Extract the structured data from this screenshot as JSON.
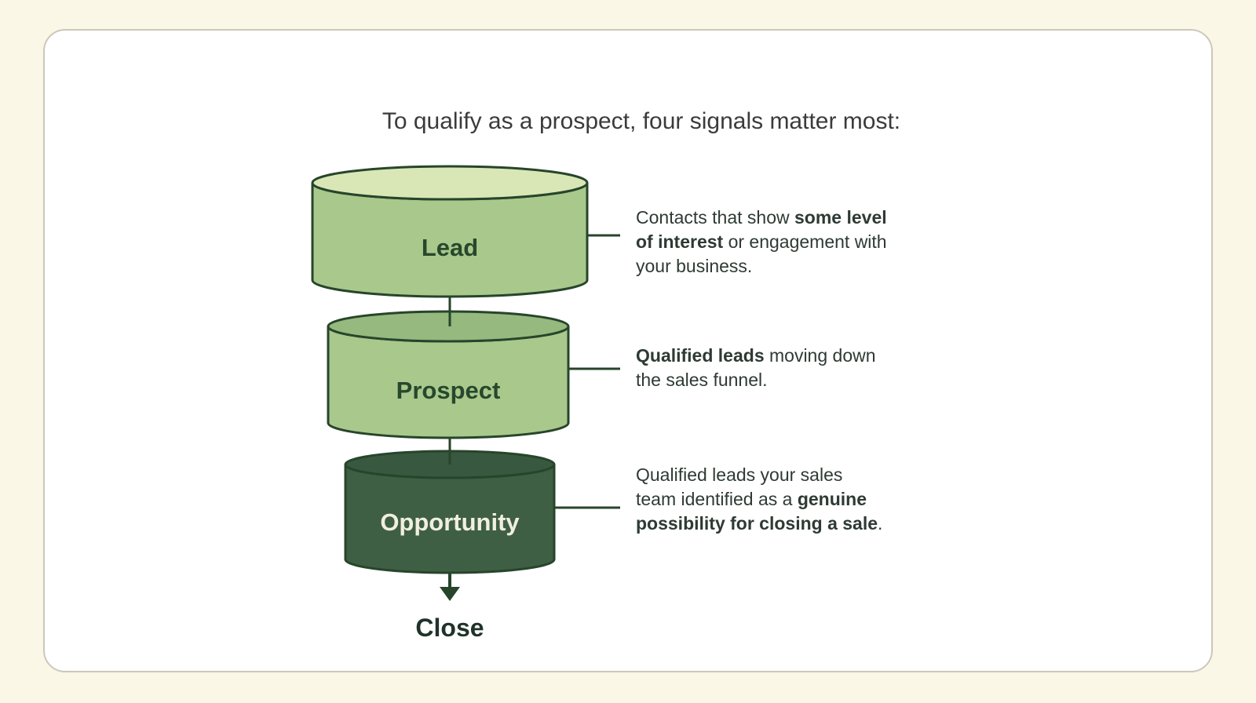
{
  "title": {
    "text": "To qualify as a prospect, four signals matter most:",
    "color": "#3b3b3b"
  },
  "canvas": {
    "background": "#fbf7e6",
    "card_background": "#ffffff",
    "card_border": "#cbc8bb"
  },
  "funnel": {
    "outline_color": "#27452b",
    "stages": [
      {
        "label": "Lead",
        "body_color": "#a9c88c",
        "top_color": "#d9e7b6",
        "label_color": "#27482c"
      },
      {
        "label": "Prospect",
        "body_color": "#a9c88c",
        "top_color": "#95b97e",
        "label_color": "#27482c"
      },
      {
        "label": "Opportunity",
        "body_color": "#3f5f44",
        "top_color": "#395840",
        "label_color": "#f0efe0"
      }
    ],
    "close": {
      "label": "Close",
      "color": "#20332a"
    }
  },
  "descriptions": [
    {
      "stage": "Lead",
      "color": "#2e3a33",
      "segments": [
        {
          "text": "Contacts that show ",
          "bold": false
        },
        {
          "text": "some level\nof interest",
          "bold": true
        },
        {
          "text": " or engagement with\nyour business.",
          "bold": false
        }
      ]
    },
    {
      "stage": "Prospect",
      "color": "#2e3a33",
      "segments": [
        {
          "text": "Qualified leads",
          "bold": true
        },
        {
          "text": " moving down\nthe sales funnel.",
          "bold": false
        }
      ]
    },
    {
      "stage": "Opportunity",
      "color": "#2e3a33",
      "segments": [
        {
          "text": "Qualified leads your sales\nteam identified as a ",
          "bold": false
        },
        {
          "text": "genuine\npossibility for closing a sale",
          "bold": true
        },
        {
          "text": ".",
          "bold": false
        }
      ]
    }
  ]
}
